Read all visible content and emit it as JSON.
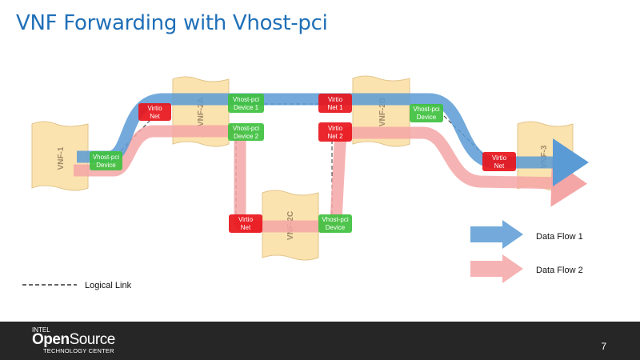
{
  "slide": {
    "title": "VNF Forwarding with Vhost-pci",
    "page_number": "7"
  },
  "colors": {
    "title": "#1f6fb8",
    "vnf_fill": "#fbe3b0",
    "flow1": "#5b9bd5",
    "flow2": "#f4a6a6",
    "virtio": "#e8151b",
    "vhost": "#3fc13f",
    "footer": "#262626"
  },
  "vnfs": {
    "vnf1": "VNF-1",
    "vnf2a": "VNF-2A",
    "vnf2b": "VNF-2B",
    "vnf2c": "VNF-2C",
    "vnf3": "VNF-3"
  },
  "devices": {
    "vnf1_vhost": [
      "Vhost-pci",
      "Device"
    ],
    "vnf2a_virtio": [
      "Virtio",
      "Net"
    ],
    "vnf2a_vhost1": [
      "Vhost-pci",
      "Device 1"
    ],
    "vnf2a_vhost2": [
      "Vhost-pci",
      "Device 2"
    ],
    "vnf2b_virtio1": [
      "Virtio",
      "Net 1"
    ],
    "vnf2b_virtio2": [
      "Virtio",
      "Net 2"
    ],
    "vnf2b_vhost": [
      "Vhost-pci",
      "Device"
    ],
    "vnf2c_virtio": [
      "Virtio",
      "Net"
    ],
    "vnf2c_vhost": [
      "Vhost-pci",
      "Device"
    ],
    "vnf3_virtio": [
      "Virtio",
      "Net"
    ]
  },
  "legend": {
    "flow1": "Data Flow 1",
    "flow2": "Data Flow 2",
    "logical_link": "Logical Link"
  },
  "footer": {
    "intel": "INTEL",
    "open": "Open",
    "source": "Source",
    "tagline": "TECHNOLOGY CENTER"
  }
}
